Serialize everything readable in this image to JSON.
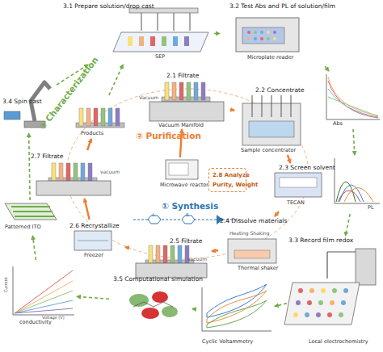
{
  "diagram": {
    "nodes": [
      {
        "text": [
          "3.1 Prepare solution/drop cast",
          "SEP"
        ]
      },
      {
        "text": [
          "3.2 Test Abs and PL of solution/film",
          "Microplate reader"
        ]
      },
      {
        "text": [
          "Abs"
        ]
      },
      {
        "text": [
          "PL"
        ]
      },
      {
        "text": [
          "3.3 Record film redox",
          "Local electrochemistry"
        ]
      },
      {
        "text": [
          "Cyclic Voltammetry"
        ]
      },
      {
        "text": [
          "3.5 Computational simulation"
        ]
      },
      {
        "text": [
          "conductivity"
        ]
      },
      {
        "text": [
          "Patterned ITO"
        ]
      },
      {
        "text": [
          "3.4 Spin cast"
        ]
      },
      {
        "text": [
          "Products"
        ]
      },
      {
        "text": [
          "2.1 Filtrate",
          "Vacuum",
          "Vacuum Manifold"
        ]
      },
      {
        "text": [
          "2.2 Concentrate",
          "Sample concentrator"
        ]
      },
      {
        "text": [
          "2.3 Screen solvent",
          "TECAN"
        ]
      },
      {
        "text": [
          "2.4 Dissolve materials",
          "Heating Shaking",
          "Thermal shaker"
        ]
      },
      {
        "text": [
          "2.5 Filtrate",
          "vacuum"
        ]
      },
      {
        "text": [
          "2.6 Recrystallize",
          "Freezer"
        ]
      },
      {
        "text": [
          "2.7 Filtrate",
          "vacuum"
        ]
      },
      {
        "text": [
          "Microwave reactor"
        ]
      },
      {
        "text": [
          "2.8 Analyze",
          "Purity, Weight"
        ]
      }
    ],
    "edges": [
      {
        "from": 11,
        "to": 12,
        "arrow": "to"
      },
      {
        "from": 12,
        "to": 13,
        "arrow": "to"
      },
      {
        "from": 13,
        "to": 14,
        "arrow": "to"
      },
      {
        "from": 14,
        "to": 15,
        "arrow": "to"
      },
      {
        "from": 15,
        "to": 16,
        "arrow": "to"
      },
      {
        "from": 16,
        "to": 17,
        "arrow": "to"
      },
      {
        "from": 17,
        "to": 10,
        "arrow": "to"
      },
      {
        "from": 18,
        "to": 11,
        "arrow": "to"
      },
      {
        "from": 10,
        "to": 0,
        "arrow": "to"
      },
      {
        "from": 0,
        "to": 1,
        "arrow": "to"
      },
      {
        "from": 1,
        "to": 2,
        "arrow": "to"
      },
      {
        "from": 2,
        "to": 3,
        "arrow": "to"
      },
      {
        "from": 3,
        "to": 4,
        "arrow": "to"
      },
      {
        "from": 4,
        "to": 5,
        "arrow": "to"
      },
      {
        "from": 5,
        "to": 6,
        "arrow": "to"
      },
      {
        "from": 6,
        "to": 7,
        "arrow": "to"
      },
      {
        "from": 7,
        "to": 8,
        "arrow": "to"
      },
      {
        "from": 8,
        "to": 9,
        "arrow": "to"
      },
      {
        "from": 9,
        "to": 0,
        "arrow": "to"
      }
    ],
    "labels": [
      "③ Characterization",
      "② Purification",
      "① Synthesis",
      "A",
      "B",
      "Current",
      "Voltage (V)"
    ]
  }
}
